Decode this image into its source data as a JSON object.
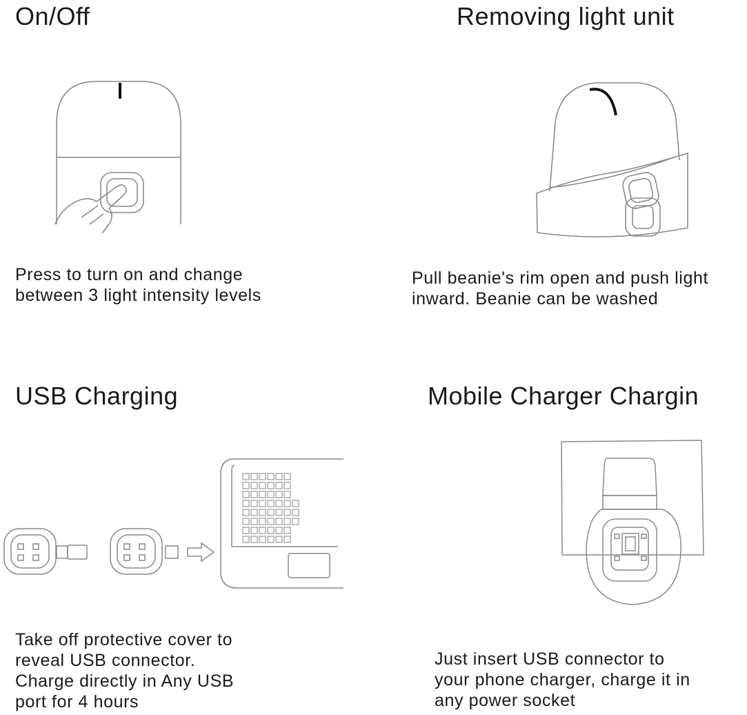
{
  "panels": {
    "on_off": {
      "title": "On/Off",
      "lines": [
        "Press to turn on and change",
        "between 3 light intensity levels"
      ]
    },
    "removing": {
      "title": "Removing light unit",
      "lines": [
        "Pull beanie's rim open and push light",
        "inward. Beanie can be washed"
      ]
    },
    "usb": {
      "title": "USB Charging",
      "lines": [
        "Take off protective cover to",
        "reveal USB connector.",
        "Charge directly in Any USB",
        "port for 4  hours"
      ]
    },
    "mobile": {
      "title": "Mobile Charger Chargin",
      "lines": [
        "Just insert USB connector to",
        "your phone charger, charge it in",
        "any power socket"
      ]
    }
  },
  "colors": {
    "text": "#1a1a1a",
    "line": "#8a8a8a",
    "accent": "#111111"
  }
}
